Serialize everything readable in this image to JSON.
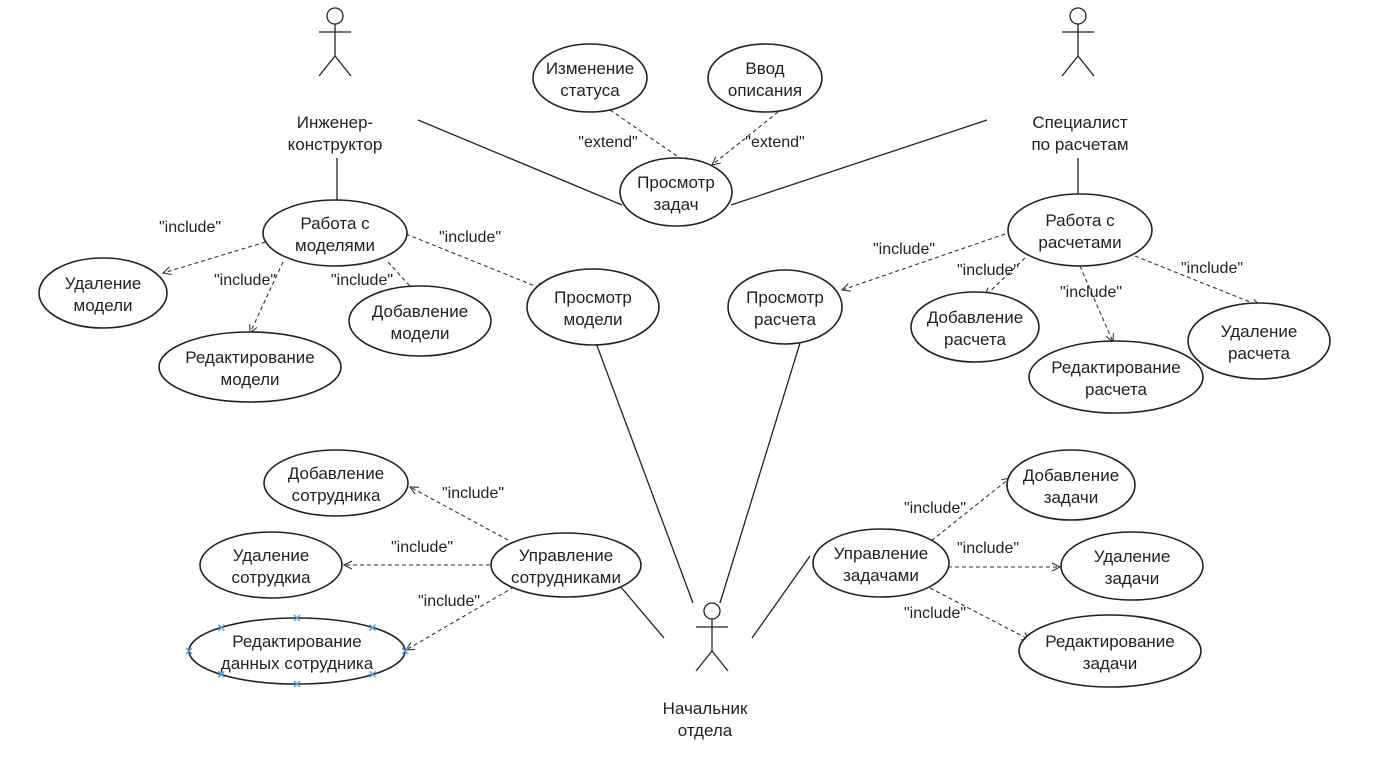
{
  "diagram": {
    "type": "UML use case diagram",
    "actors": [
      {
        "id": "engineer",
        "label": [
          "Инженер-",
          "конструктор"
        ]
      },
      {
        "id": "specialist",
        "label": [
          "Специалист",
          "по расчетам"
        ]
      },
      {
        "id": "chief",
        "label": [
          "Начальник",
          "отдела"
        ]
      }
    ],
    "use_cases": [
      {
        "id": "change_status",
        "label": [
          "Изменение",
          "статуса"
        ]
      },
      {
        "id": "enter_desc",
        "label": [
          "Ввод",
          "описания"
        ]
      },
      {
        "id": "view_tasks",
        "label": [
          "Просмотр",
          "задач"
        ]
      },
      {
        "id": "work_models",
        "label": [
          "Работа с",
          "моделями"
        ]
      },
      {
        "id": "delete_model",
        "label": [
          "Удаление",
          "модели"
        ]
      },
      {
        "id": "edit_model",
        "label": [
          "Редактирование",
          "модели"
        ]
      },
      {
        "id": "add_model",
        "label": [
          "Добавление",
          "модели"
        ]
      },
      {
        "id": "view_model",
        "label": [
          "Просмотр",
          "модели"
        ]
      },
      {
        "id": "work_calcs",
        "label": [
          "Работа с",
          "расчетами"
        ]
      },
      {
        "id": "view_calc",
        "label": [
          "Просмотр",
          "расчета"
        ]
      },
      {
        "id": "add_calc",
        "label": [
          "Добавление",
          "расчета"
        ]
      },
      {
        "id": "edit_calc",
        "label": [
          "Редактирование",
          "расчета"
        ]
      },
      {
        "id": "delete_calc",
        "label": [
          "Удаление",
          "расчета"
        ]
      },
      {
        "id": "add_employee",
        "label": [
          "Добавление",
          "сотрудника"
        ]
      },
      {
        "id": "delete_employee",
        "label": [
          "Удаление",
          "сотрудкиа"
        ]
      },
      {
        "id": "edit_employee",
        "label": [
          "Редактирование",
          "данных сотрудника"
        ],
        "selected": true
      },
      {
        "id": "manage_employees",
        "label": [
          "Управление",
          "сотрудниками"
        ]
      },
      {
        "id": "manage_tasks",
        "label": [
          "Управление",
          "задачами"
        ]
      },
      {
        "id": "add_task",
        "label": [
          "Добавление",
          "задачи"
        ]
      },
      {
        "id": "delete_task",
        "label": [
          "Удаление",
          "задачи"
        ]
      },
      {
        "id": "edit_task",
        "label": [
          "Редактирование",
          "задачи"
        ]
      }
    ],
    "relations": [
      {
        "kind": "association",
        "from": "engineer",
        "to": "view_tasks"
      },
      {
        "kind": "association",
        "from": "specialist",
        "to": "view_tasks"
      },
      {
        "kind": "association",
        "from": "engineer",
        "to": "work_models"
      },
      {
        "kind": "association",
        "from": "specialist",
        "to": "work_calcs"
      },
      {
        "kind": "association",
        "from": "chief",
        "to": "view_model"
      },
      {
        "kind": "association",
        "from": "chief",
        "to": "view_calc"
      },
      {
        "kind": "association",
        "from": "chief",
        "to": "manage_employees"
      },
      {
        "kind": "association",
        "from": "chief",
        "to": "manage_tasks"
      },
      {
        "kind": "extend",
        "from": "change_status",
        "to": "view_tasks",
        "label": "\"extend\""
      },
      {
        "kind": "extend",
        "from": "enter_desc",
        "to": "view_tasks",
        "label": "\"extend\""
      },
      {
        "kind": "include",
        "from": "work_models",
        "to": "delete_model",
        "label": "\"include\""
      },
      {
        "kind": "include",
        "from": "work_models",
        "to": "edit_model",
        "label": "\"include\""
      },
      {
        "kind": "include",
        "from": "work_models",
        "to": "add_model",
        "label": "\"include\""
      },
      {
        "kind": "include",
        "from": "work_models",
        "to": "view_model",
        "label": "\"include\""
      },
      {
        "kind": "include",
        "from": "work_calcs",
        "to": "view_calc",
        "label": "\"include\""
      },
      {
        "kind": "include",
        "from": "work_calcs",
        "to": "add_calc",
        "label": "\"include\""
      },
      {
        "kind": "include",
        "from": "work_calcs",
        "to": "edit_calc",
        "label": "\"include\""
      },
      {
        "kind": "include",
        "from": "work_calcs",
        "to": "delete_calc",
        "label": "\"include\""
      },
      {
        "kind": "include",
        "from": "manage_employees",
        "to": "add_employee",
        "label": "\"include\""
      },
      {
        "kind": "include",
        "from": "manage_employees",
        "to": "delete_employee",
        "label": "\"include\""
      },
      {
        "kind": "include",
        "from": "manage_employees",
        "to": "edit_employee",
        "label": "\"include\""
      },
      {
        "kind": "include",
        "from": "manage_tasks",
        "to": "add_task",
        "label": "\"include\""
      },
      {
        "kind": "include",
        "from": "manage_tasks",
        "to": "delete_task",
        "label": "\"include\""
      },
      {
        "kind": "include",
        "from": "manage_tasks",
        "to": "edit_task",
        "label": "\"include\""
      }
    ]
  }
}
